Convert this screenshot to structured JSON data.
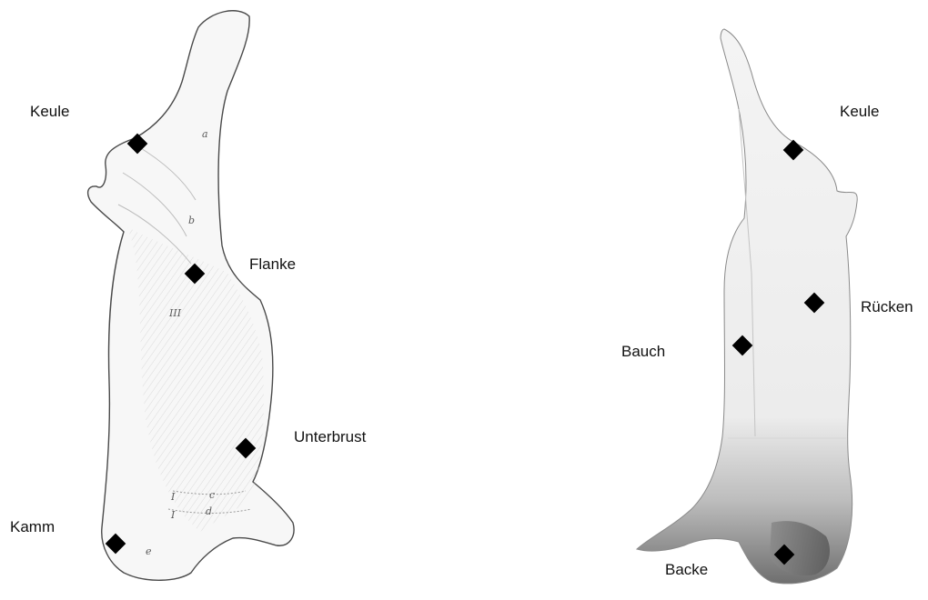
{
  "left_diagram": {
    "labels": {
      "keule": "Keule",
      "flanke": "Flanke",
      "unterbrust": "Unterbrust",
      "kamm": "Kamm"
    },
    "engraving_marks": {
      "a": "a",
      "b": "b",
      "c": "c",
      "d": "d",
      "e": "e",
      "roman_three": "III",
      "roman_one_upper": "I",
      "roman_one_lower": "I"
    }
  },
  "right_diagram": {
    "labels": {
      "keule": "Keule",
      "ruecken": "Rücken",
      "bauch": "Bauch",
      "backe": "Backe"
    }
  },
  "colors": {
    "marker": "#000000",
    "engraving_outline": "#4a4a4a",
    "photo_carcass_light": "#ededed",
    "photo_carcass_dark": "#7a7a7a"
  }
}
